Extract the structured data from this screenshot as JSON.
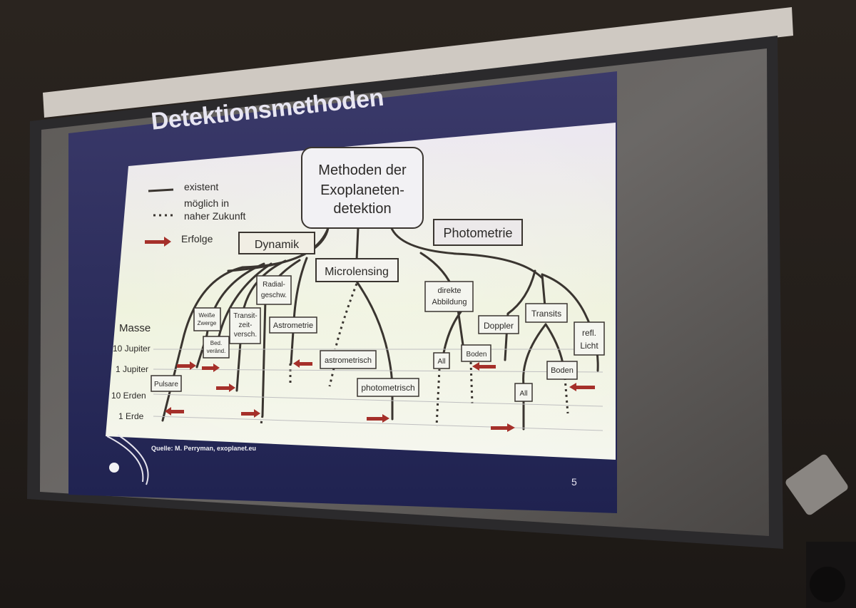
{
  "slide": {
    "title": "Detektionsmethoden",
    "page_number": "5",
    "source": "Quelle: M. Perryman, exoplanet.eu"
  },
  "legend": {
    "existent": "existent",
    "possible_line1": "möglich in",
    "possible_line2": "naher Zukunft",
    "success": "Erfolge"
  },
  "root": {
    "line1": "Methoden der",
    "line2": "Exoplaneten-",
    "line3": "detektion"
  },
  "categories": {
    "dynamik": "Dynamik",
    "microlensing": "Microlensing",
    "photometrie": "Photometrie"
  },
  "mass_axis": {
    "title": "Masse",
    "labels": [
      "10 Jupiter",
      "1 Jupiter",
      "10 Erden",
      "1 Erde"
    ]
  },
  "methods": {
    "weisse_line1": "Weiße",
    "weisse_line2": "Zwerge",
    "bed_line1": "Bed.",
    "bed_line2": "veränd.",
    "transit_line1": "Transit-",
    "transit_line2": "zeit-",
    "transit_line3": "versch.",
    "radial_line1": "Radial-",
    "radial_line2": "geschw.",
    "pulsare": "Pulsare",
    "astrometrie": "Astrometrie",
    "astrometrisch": "astrometrisch",
    "photometrisch": "photometrisch",
    "direkte_line1": "direkte",
    "direkte_line2": "Abbildung",
    "all_direct": "All",
    "boden_direct": "Boden",
    "doppler": "Doppler",
    "transits": "Transits",
    "all_transit": "All",
    "boden_transit": "Boden",
    "refl_line1": "refl.",
    "refl_line2": "Licht"
  },
  "colors": {
    "arrow": "#a5302a",
    "slide_title": "#e8e6f2",
    "line": "#3a3530"
  }
}
